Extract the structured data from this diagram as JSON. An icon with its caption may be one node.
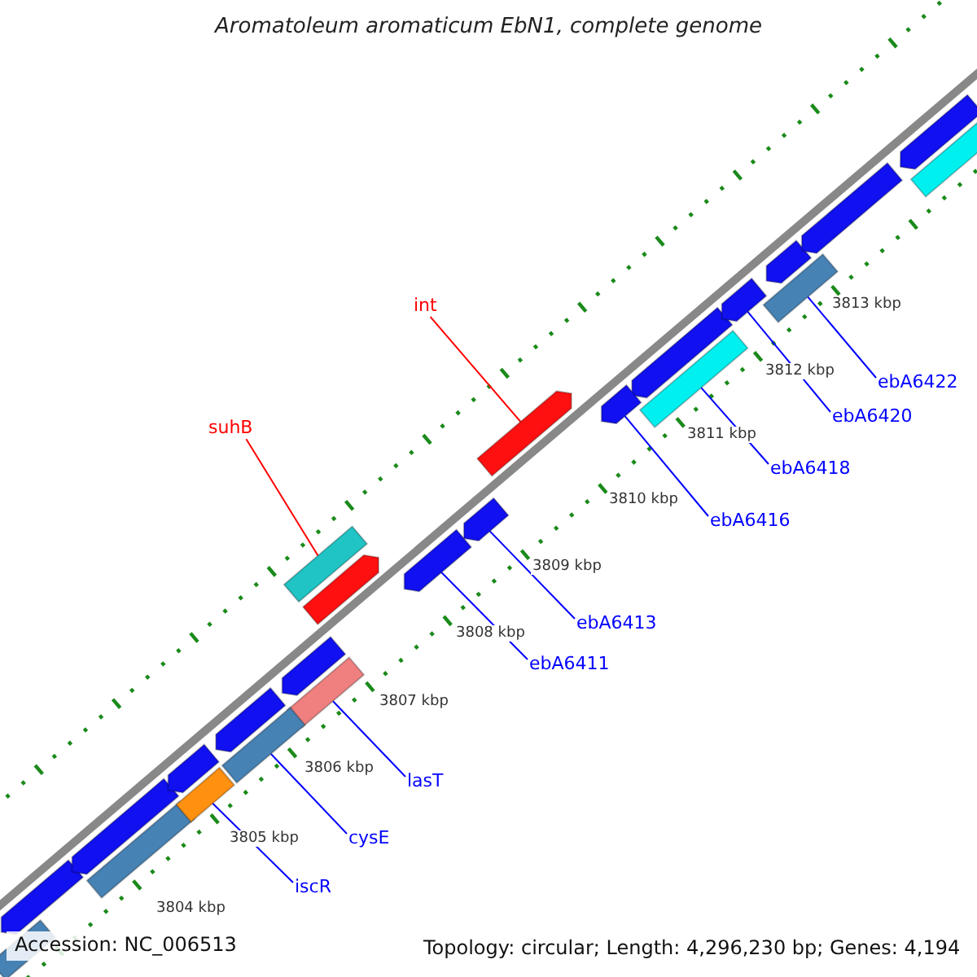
{
  "diagram": {
    "title": "Aromatoleum aromaticum EbN1, complete genome",
    "nodes": [
      {
        "text": [
          "int"
        ]
      },
      {
        "text": [
          "ebA6422"
        ]
      },
      {
        "text": [
          "ebA6420"
        ]
      },
      {
        "text": [
          "suhB"
        ]
      },
      {
        "text": [
          "ebA6418"
        ]
      },
      {
        "text": [
          "ebA6416"
        ]
      },
      {
        "text": [
          "ebA6413"
        ]
      },
      {
        "text": [
          "ebA6411"
        ]
      },
      {
        "text": [
          "lasT"
        ]
      },
      {
        "text": [
          "cysE"
        ]
      },
      {
        "text": [
          "iscR"
        ]
      },
      {
        "text": [],
        "shape": "bar"
      },
      {
        "text": [],
        "shape": "bar"
      },
      {
        "text": [],
        "shape": "bar"
      },
      {
        "text": [],
        "shape": "bar"
      },
      {
        "text": [],
        "shape": "bar"
      },
      {
        "text": [],
        "shape": "bar"
      },
      {
        "text": [],
        "shape": "bar"
      },
      {
        "text": [],
        "shape": "bar"
      },
      {
        "text": [],
        "shape": "bar"
      },
      {
        "text": [],
        "shape": "bar"
      },
      {
        "text": [],
        "shape": "bar"
      }
    ],
    "edges": [
      {
        "from": 0,
        "to": 11,
        "arrow": "none",
        "color": "#ff0000"
      },
      {
        "from": 1,
        "to": 12,
        "arrow": "none"
      },
      {
        "from": 2,
        "to": 13,
        "arrow": "none"
      },
      {
        "from": 3,
        "to": 14,
        "arrow": "none",
        "color": "#ff0000"
      },
      {
        "from": 4,
        "to": 15,
        "arrow": "none"
      },
      {
        "from": 5,
        "to": 16,
        "arrow": "none"
      },
      {
        "from": 6,
        "to": 17,
        "arrow": "none"
      },
      {
        "from": 7,
        "to": 18,
        "arrow": "none"
      },
      {
        "from": 8,
        "to": 19,
        "arrow": "none"
      },
      {
        "from": 9,
        "to": 20,
        "arrow": "none"
      },
      {
        "from": 10,
        "to": 21,
        "arrow": "none"
      }
    ],
    "labels": [
      "3813 kbp",
      "3812 kbp",
      "3811 kbp",
      "3810 kbp",
      "3809 kbp",
      "3808 kbp",
      "3807 kbp",
      "3806 kbp",
      "3805 kbp",
      "3804 kbp",
      "Accession: NC_006513",
      "Topology: circular; Length: 4,296,230 bp; Genes: 4,194"
    ]
  }
}
